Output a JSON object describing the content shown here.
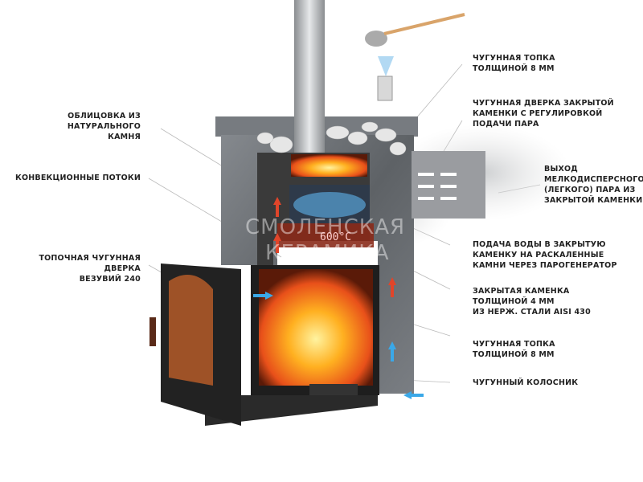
{
  "labels_left": [
    {
      "lines": [
        "ОБЛИЦОВКА ИЗ НАТУРАЛЬНОГО",
        "КАМНЯ"
      ]
    },
    {
      "lines": [
        "КОНВЕКЦИОННЫЕ ПОТОКИ"
      ]
    },
    {
      "lines": [
        "ТОПОЧНАЯ ЧУГУННАЯ ДВЕРКА",
        "ВЕЗУВИЙ 240"
      ]
    }
  ],
  "labels_right": [
    {
      "lines": [
        "ЧУГУННАЯ ТОПКА",
        "ТОЛЩИНОЙ 8 ММ"
      ]
    },
    {
      "lines": [
        "ЧУГУННАЯ ДВЕРКА ЗАКРЫТОЙ",
        "КАМЕНКИ С РЕГУЛИРОВКОЙ",
        "ПОДАЧИ ПАРА"
      ]
    },
    {
      "lines": [
        "ВЫХОД",
        "МЕЛКОДИСПЕРСНОГО",
        "(ЛЕГКОГО) ПАРА ИЗ",
        "ЗАКРЫТОЙ КАМЕНКИ"
      ]
    },
    {
      "lines": [
        "ПОДАЧА ВОДЫ В ЗАКРЫТУЮ",
        "КАМЕНКУ НА РАСКАЛЕННЫЕ",
        "КАМНИ ЧЕРЕЗ ПАРОГЕНЕРАТОР"
      ]
    },
    {
      "lines": [
        "ЗАКРЫТАЯ КАМЕНКА",
        "ТОЛЩИНОЙ 4 ММ",
        "ИЗ НЕРЖ. СТАЛИ AISI 430"
      ]
    },
    {
      "lines": [
        "ЧУГУННАЯ ТОПКА",
        "ТОЛЩИНОЙ 8 ММ"
      ]
    },
    {
      "lines": [
        "ЧУГУННЫЙ КОЛОСНИК"
      ]
    }
  ],
  "temperature": "600°C",
  "watermark": [
    "СМОЛЕНСКАЯ",
    "КЕРАМИКА"
  ],
  "colors": {
    "stone": "#6f7378",
    "iron": "#2a2a2a",
    "fire": "#f39a1a",
    "arrow_hot": "#e0452a",
    "arrow_cold": "#3aa8e8"
  }
}
